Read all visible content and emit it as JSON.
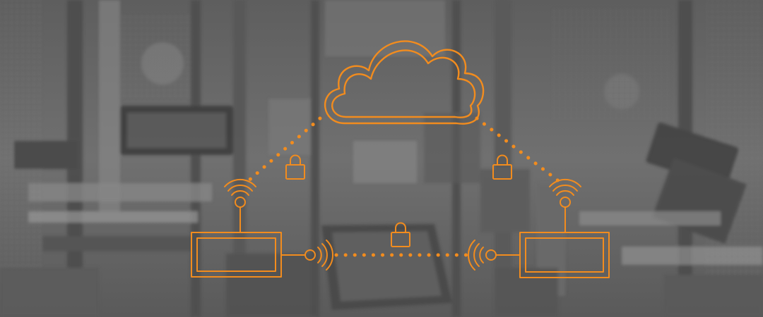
{
  "colors": {
    "accent": "#f28c1e",
    "background_gray": "#6e6e6e",
    "machinery_dark": "#4a4a4a",
    "machinery_light": "#9a9a9a"
  },
  "diagram": {
    "nodes": [
      {
        "id": "cloud",
        "kind": "cloud-icon"
      },
      {
        "id": "device-left",
        "kind": "device-icon"
      },
      {
        "id": "device-right",
        "kind": "device-icon"
      }
    ],
    "links": [
      {
        "from": "cloud",
        "to": "device-left",
        "style": "dotted",
        "secured": true
      },
      {
        "from": "cloud",
        "to": "device-right",
        "style": "dotted",
        "secured": true
      },
      {
        "from": "device-left",
        "to": "device-right",
        "style": "dotted",
        "secured": true
      }
    ],
    "icons": [
      "cloud-icon",
      "padlock-icon",
      "wifi-signal-icon",
      "device-icon"
    ]
  }
}
